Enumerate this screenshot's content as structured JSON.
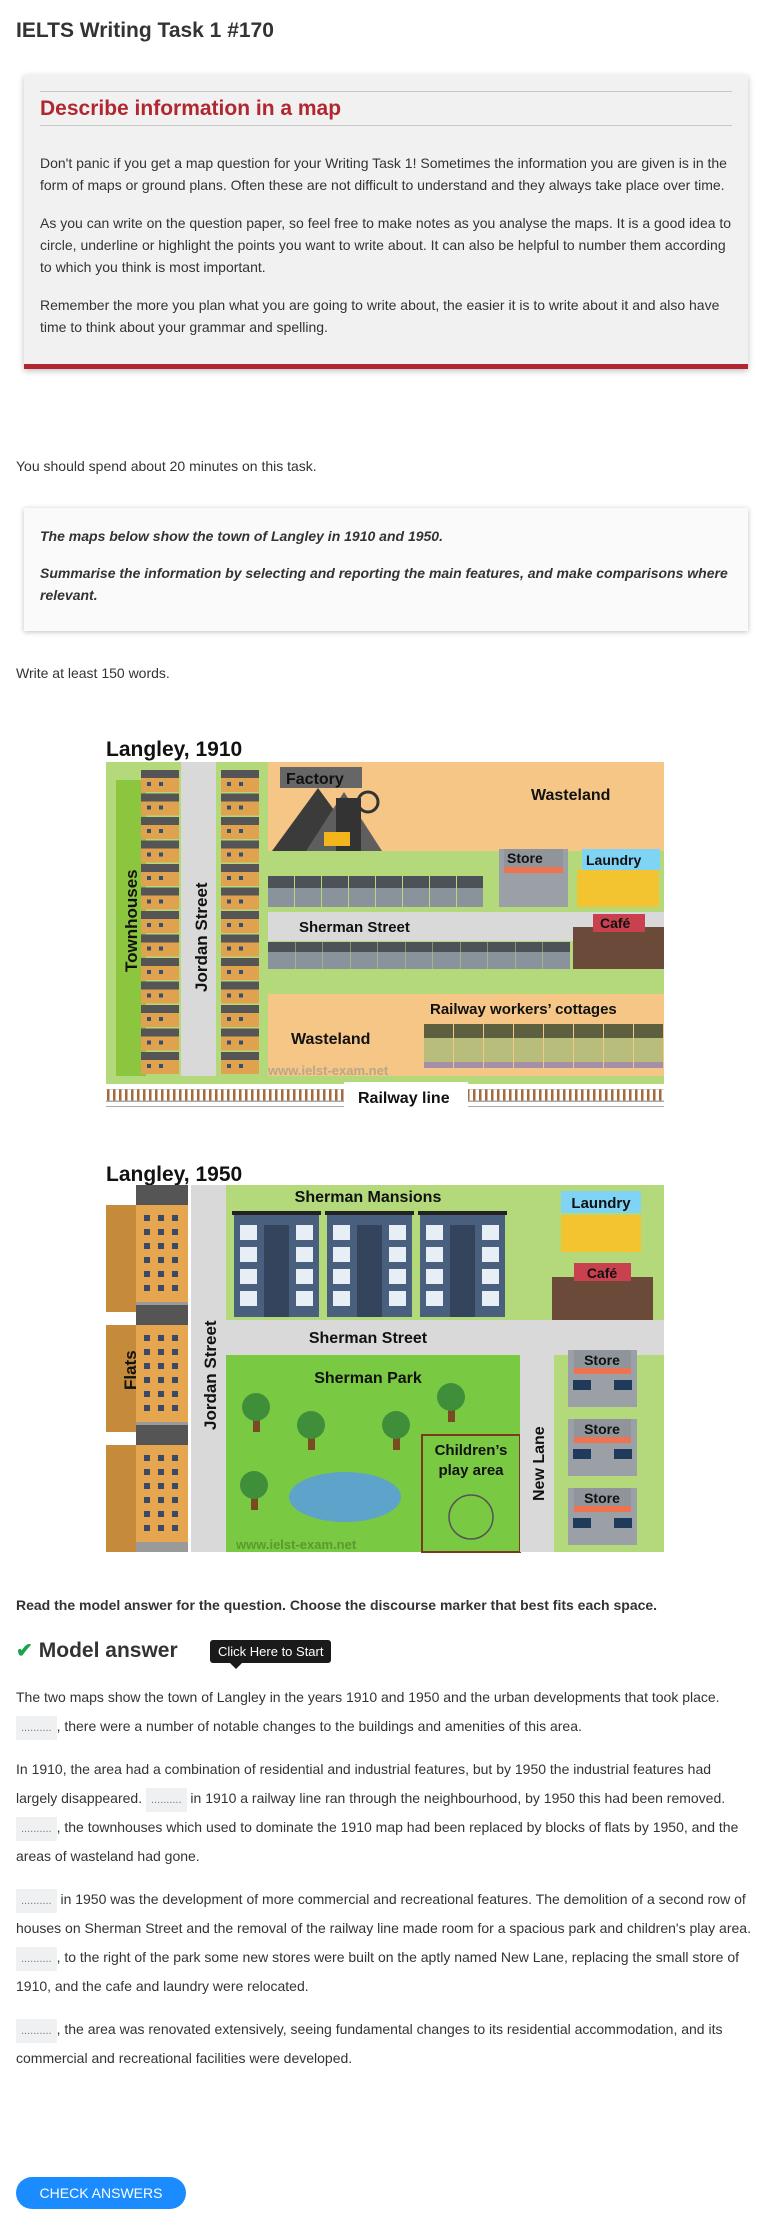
{
  "title": "IELTS Writing Task 1 #170",
  "info_box": {
    "heading": "Describe information in a map",
    "paragraphs": [
      "Don't panic if you get a map question for your Writing Task 1! Sometimes the information you are given is in the form of maps or ground plans. Often these are not difficult to understand and they always take place over time.",
      "As you can write on the question paper, so feel free to make notes as you analyse the maps. It is a good idea to circle, underline or highlight the points you want to write about. It can also be helpful to number them according to which you think is most important.",
      "Remember the more you plan what you are going to write about, the easier it is to write about it and also have time to think about your grammar and spelling."
    ]
  },
  "time_note": "You should spend about 20 minutes on this task.",
  "task": {
    "line1": "The maps below show the town of Langley in 1910 and 1950.",
    "line2": "Summarise the information by selecting and reporting the main features, and make comparisons where relevant."
  },
  "word_note": "Write at least 150 words.",
  "map1910": {
    "title": "Langley, 1910",
    "factory": "Factory",
    "wasteland_top": "Wasteland",
    "store": "Store",
    "laundry": "Laundry",
    "street": "Sherman Street",
    "cafe": "Café",
    "cottages": "Railway workers’ cottages",
    "wasteland_bottom": "Wasteland",
    "railway": "Railway line",
    "townhouses": "Townhouses",
    "jordan": "Jordan Street",
    "watermark": "www.ielst-exam.net"
  },
  "map1950": {
    "title": "Langley, 1950",
    "mansions": "Sherman Mansions",
    "laundry": "Laundry",
    "cafe": "Café",
    "street": "Sherman Street",
    "park": "Sherman Park",
    "play1": "Children’s",
    "play2": "play area",
    "new_lane": "New Lane",
    "store": "Store",
    "flats": "Flats",
    "jordan": "Jordan Street",
    "watermark": "www.ielst-exam.net"
  },
  "instruction": "Read the model answer for the question. Choose the discourse marker that best fits each space.",
  "model_heading": "Model answer",
  "tooltip": "Click Here to Start",
  "blank": "..........",
  "answer": [
    [
      "The two maps show the town of Langley in the years 1910 and 1950 and the urban developments that took place. ",
      null,
      ", there were a number of notable changes to the buildings and amenities of this area."
    ],
    [
      "In 1910, the area had a combination of residential and industrial features, but by 1950 the industrial features had largely disappeared. ",
      null,
      " in 1910 a railway line ran through the neighbourhood, by 1950 this had been removed. ",
      null,
      ", the townhouses which used to dominate the 1910 map had been replaced by blocks of flats by 1950, and the areas of wasteland had gone."
    ],
    [
      null,
      " in 1950 was the development of more commercial and recreational features. The demolition of a second row of houses on Sherman Street and the removal of the railway line made room for a spacious park and children's play area. ",
      null,
      ", to the right of the park some new stores were built on the aptly named New Lane, replacing the small store of 1910, and the cafe and laundry were relocated."
    ],
    [
      null,
      ", the area was renovated extensively, seeing fundamental changes to its residential accommodation, and its commercial and recreational facilities were developed."
    ]
  ],
  "check_button": "CHECK ANSWERS",
  "colors": {
    "accent_red": "#b0272f",
    "button_blue": "#1a8cff",
    "check_green": "#1aa34a"
  }
}
